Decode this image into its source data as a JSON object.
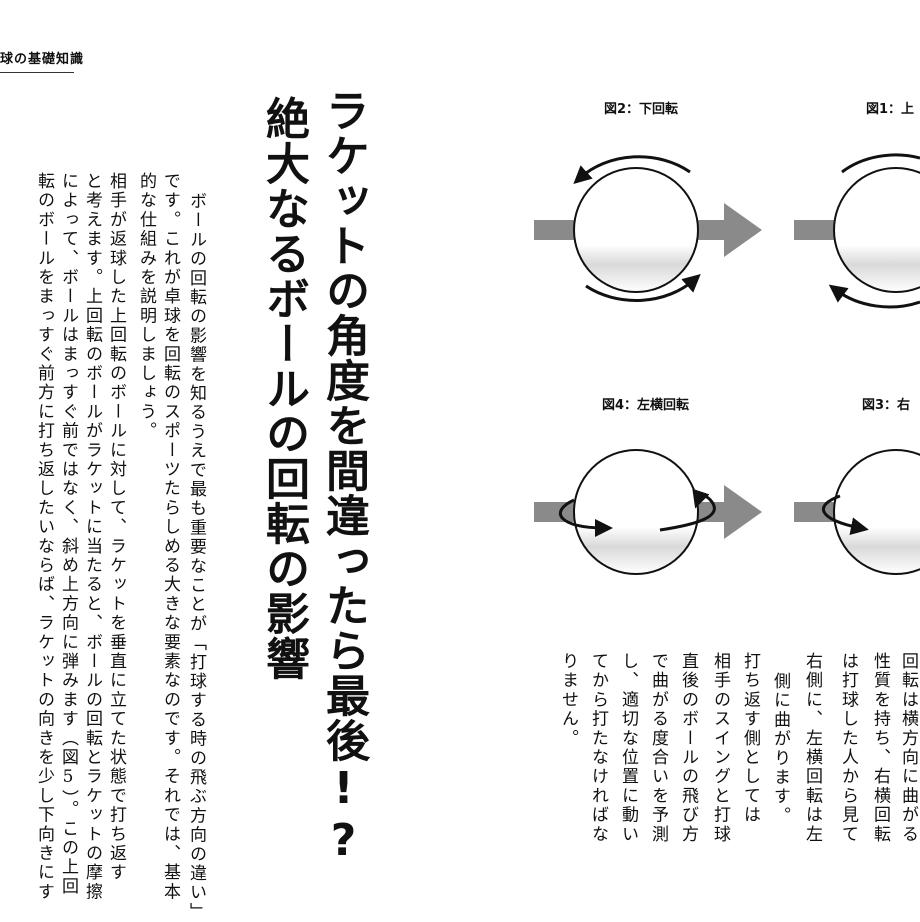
{
  "header": {
    "section": "球の基礎知識"
  },
  "title": {
    "line1": "ラケットの角度を間違ったら最後!?",
    "line2": "絶大なるボールの回転の影響"
  },
  "left_body": [
    "ボールの回転の影響を知るうえで最も重要なことが「打球する時の飛ぶ方向の違い」",
    "です。これが卓球を回転のスポーツたらしめる大きな要素なのです。それでは、基本",
    "的な仕組みを説明しましょう。",
    "相手が返球した上回転のボールに対して、ラケットを垂直に立てた状態で打ち返す",
    "と考えます。上回転のボールがラケットに当たると、ボールの回転とラケットの摩擦",
    "によって、ボールはまっすぐ前ではなく、斜め上方向に弾みます（図5）。この上回",
    "転のボールをまっすぐ前方に打ち返したいならば、ラケットの向きを少し下向きにす"
  ],
  "figures": {
    "fig2": "図2：下回転",
    "fig1": "図1：上",
    "fig4": "図4：左横回転",
    "fig3": "図3：右"
  },
  "right_body": [
    "回転は横方向に曲がる",
    "性質を持ち、右横回転",
    "は打球した人から見て",
    "右側に、左横回転は左",
    "側に曲がります。",
    "打ち返す側としては",
    "相手のスイングと打球",
    "直後のボールの飛び方",
    "で曲がる度合いを予測",
    "し、適切な位置に動い",
    "てから打たなければな",
    "りません。"
  ]
}
